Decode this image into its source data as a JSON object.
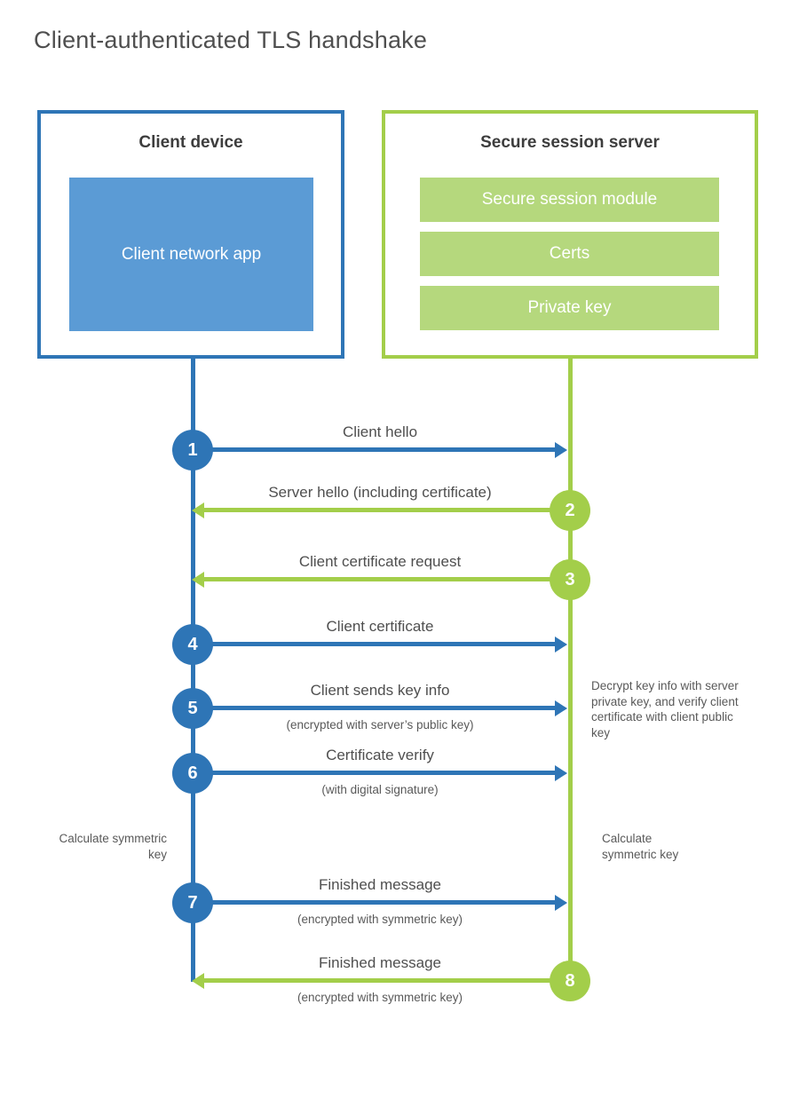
{
  "title": "Client-authenticated TLS handshake",
  "colors": {
    "blue_accent": "#2e75b6",
    "blue_fill": "#5b9bd5",
    "green_accent": "#a3ce4a",
    "green_fill": "#b5d87d"
  },
  "client": {
    "title": "Client device",
    "module": "Client network app"
  },
  "server": {
    "title": "Secure session server",
    "modules": [
      "Secure session module",
      "Certs",
      "Private key"
    ]
  },
  "steps": [
    {
      "num": "1",
      "from": "client",
      "direction": "right",
      "label": "Client hello",
      "sublabel": ""
    },
    {
      "num": "2",
      "from": "server",
      "direction": "left",
      "label": "Server hello (including certificate)",
      "sublabel": ""
    },
    {
      "num": "3",
      "from": "server",
      "direction": "left",
      "label": "Client certificate request",
      "sublabel": ""
    },
    {
      "num": "4",
      "from": "client",
      "direction": "right",
      "label": "Client certificate",
      "sublabel": ""
    },
    {
      "num": "5",
      "from": "client",
      "direction": "right",
      "label": "Client sends key info",
      "sublabel": "(encrypted with server’s public key)"
    },
    {
      "num": "6",
      "from": "client",
      "direction": "right",
      "label": "Certificate verify",
      "sublabel": "(with digital signature)"
    },
    {
      "num": "7",
      "from": "client",
      "direction": "right",
      "label": "Finished message",
      "sublabel": "(encrypted with symmetric key)"
    },
    {
      "num": "8",
      "from": "server",
      "direction": "left",
      "label": "Finished message",
      "sublabel": "(encrypted with symmetric key)"
    }
  ],
  "notes": {
    "decrypt": "Decrypt key info with server private key, and verify client certificate with client public key",
    "calc_left": "Calculate symmetric key",
    "calc_right": "Calculate symmetric key"
  }
}
